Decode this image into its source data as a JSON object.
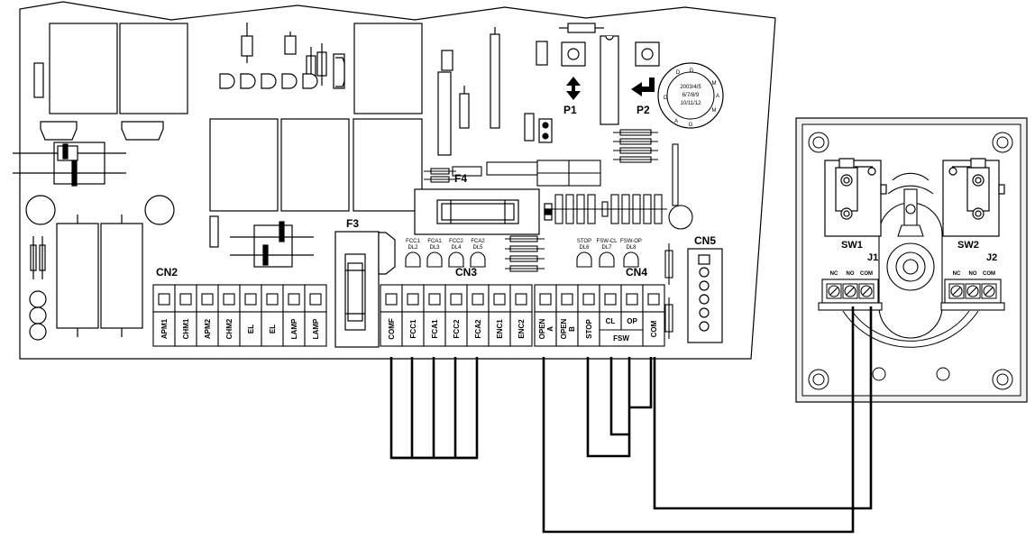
{
  "labels": {
    "cn2": "CN2",
    "cn3": "CN3",
    "cn4": "CN4",
    "cn5": "CN5",
    "f3": "F3",
    "f4": "F4",
    "p1": "P1",
    "p2": "P2",
    "sw1": "SW1",
    "sw2": "SW2",
    "j1": "J1",
    "j2": "J2",
    "fsw": "FSW"
  },
  "cn2_terminals": [
    "APM1",
    "CHM1",
    "APM2",
    "CHM2",
    "EL",
    "EL",
    "LAMP",
    "LAMP"
  ],
  "cn3_terminals": [
    "COMF",
    "FCC1",
    "FCA1",
    "FCC2",
    "FCA2",
    "ENC1",
    "ENC2"
  ],
  "cn4_terminals": [
    "OPEN A",
    "OPEN B",
    "STOP",
    "CL",
    "OP",
    "COM"
  ],
  "leds": [
    {
      "top": "FCC1",
      "bottom": "DL2"
    },
    {
      "top": "FCA1",
      "bottom": "DL3"
    },
    {
      "top": "FCC2",
      "bottom": "DL4"
    },
    {
      "top": "FCA2",
      "bottom": "DL5"
    },
    {
      "top": "STOP",
      "bottom": "DL6"
    },
    {
      "top": "FSW-CL",
      "bottom": "DL7"
    },
    {
      "top": "FSW-OP",
      "bottom": "DL8"
    }
  ],
  "switch_terminals": [
    "NC",
    "NO",
    "COM"
  ],
  "dial": {
    "letters": [
      "G",
      "M",
      "A",
      "M",
      "G",
      "A",
      "O",
      "D"
    ],
    "lines": [
      "2003/4/5",
      "6/7/8/9",
      "10/11/12"
    ]
  },
  "colors": {
    "ink": "#000000",
    "paper": "#ffffff",
    "panel": "#f0f0f0"
  }
}
